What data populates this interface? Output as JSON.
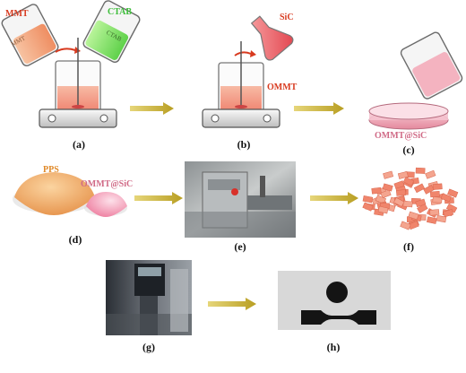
{
  "colors": {
    "arrow": "#c9b23a",
    "label_red": "#d83a1f",
    "label_green": "#3dbd3a",
    "label_pink": "#d06a86",
    "beaker_orange": "#f2a37a",
    "beaker_green": "#7fe05a",
    "flask_red": "#ee6a6a",
    "pps_orange": "#f0a85a",
    "ommt_pink": "#f6a0b8",
    "pellet": "#f2917a"
  },
  "labels": {
    "mmt": "MMT",
    "ctab": "CTAB",
    "sic": "SiC",
    "ommt": "OMMT",
    "ommt_sic_c": "OMMT@SiC",
    "pps": "PPS",
    "ommt_sic_d": "OMMT@SiC",
    "mmt_beaker_inner": "MMT",
    "ctab_beaker_inner": "CTAB"
  },
  "panels": {
    "a": "(a)",
    "b": "(b)",
    "c": "(c)",
    "d": "(d)",
    "e": "(e)",
    "f": "(f)",
    "g": "(g)",
    "h": "(h)"
  }
}
